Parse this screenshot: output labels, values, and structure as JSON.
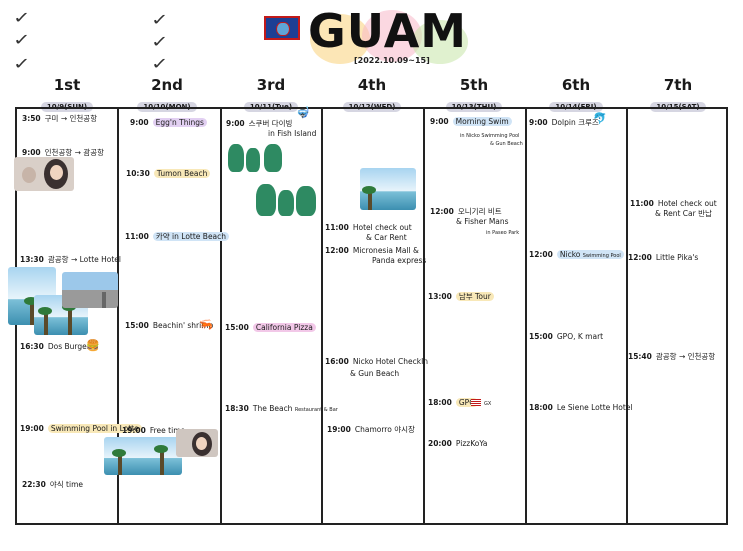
{
  "header": {
    "title": "GUAM",
    "date_range": "[2022.10.09~15]"
  },
  "checkmarks": [
    "✓",
    "✓",
    "✓",
    "✓",
    "✓",
    "✓"
  ],
  "days": [
    {
      "num": "1st",
      "date": "10/9(SUN)"
    },
    {
      "num": "2nd",
      "date": "10/10(MON)"
    },
    {
      "num": "3rd",
      "date": "10/11(Tue)"
    },
    {
      "num": "4th",
      "date": "10/12(WED)"
    },
    {
      "num": "5th",
      "date": "10/13(THU)"
    },
    {
      "num": "6th",
      "date": "10/14(FRI)"
    },
    {
      "num": "7th",
      "date": "10/15(SAT)"
    }
  ],
  "events": {
    "d1": [
      {
        "time": "3:50",
        "text": "구미 → 인천공항"
      },
      {
        "time": "9:00",
        "text": "인천공항 → 괌공항"
      },
      {
        "time": "13:30",
        "text": "괌공항 → Lotte Hotel"
      },
      {
        "time": "16:30",
        "text": "Dos Burger"
      },
      {
        "time": "19:00",
        "text": "Swimming Pool in Lotte"
      },
      {
        "time": "22:30",
        "text": "야식 time"
      }
    ],
    "d2": [
      {
        "time": "9:00",
        "text": "Egg'n Things"
      },
      {
        "time": "10:30",
        "text": "Tumon Beach"
      },
      {
        "time": "11:00",
        "text": "카약 in Lotte Beach"
      },
      {
        "time": "15:00",
        "text": "Beachin' shrimp"
      },
      {
        "time": "19:00",
        "text": "Free time"
      }
    ],
    "d3": [
      {
        "time": "9:00",
        "text": "스쿠버 다이빙",
        "text2": "in Fish Island"
      },
      {
        "time": "15:00",
        "text": "California Pizza"
      },
      {
        "time": "18:30",
        "text": "The Beach",
        "sub": "Restaurant & Bar"
      }
    ],
    "d4": [
      {
        "time": "11:00",
        "text": "Hotel check out",
        "text2": "& Car Rent"
      },
      {
        "time": "12:00",
        "text": "Micronesia Mall &",
        "text2": "Panda express"
      },
      {
        "time": "16:00",
        "text": "Nicko Hotel CheckIn",
        "text2": "& Gun Beach"
      },
      {
        "time": "19:00",
        "text": "Chamorro 야시장"
      }
    ],
    "d5": [
      {
        "time": "9:00",
        "text": "Morning Swim",
        "sub": "in Nicko Swimming Pool",
        "sub2": "& Gun Beach"
      },
      {
        "time": "12:00",
        "text": "오니기리 비트",
        "text2": "& Fisher Mans",
        "sub": "in Paseo Park"
      },
      {
        "time": "13:00",
        "text": "남부 Tour"
      },
      {
        "time": "18:00",
        "text": "GPO",
        "sub": "GX"
      },
      {
        "time": "20:00",
        "text": "PizzKoYa"
      }
    ],
    "d6": [
      {
        "time": "9:00",
        "text": "Dolpin 크루즈"
      },
      {
        "time": "12:00",
        "text": "Nicko",
        "sub": "Swimming Pool"
      },
      {
        "time": "15:00",
        "text": "GPO, K mart"
      },
      {
        "time": "18:00",
        "text": "Le Siene Lotte Hotel"
      }
    ],
    "d7": [
      {
        "time": "11:00",
        "text": "Hotel check out",
        "text2": "& Rent Car 반납"
      },
      {
        "time": "12:00",
        "text": "Little Pika's"
      },
      {
        "time": "15:40",
        "text": "괌공항 → 인천공항"
      }
    ]
  },
  "colors": {
    "highlight_pink": "#f2c8e8",
    "highlight_yellow": "#f8e8b8",
    "highlight_blue": "#d0e4f6",
    "grid_line": "#222222"
  }
}
